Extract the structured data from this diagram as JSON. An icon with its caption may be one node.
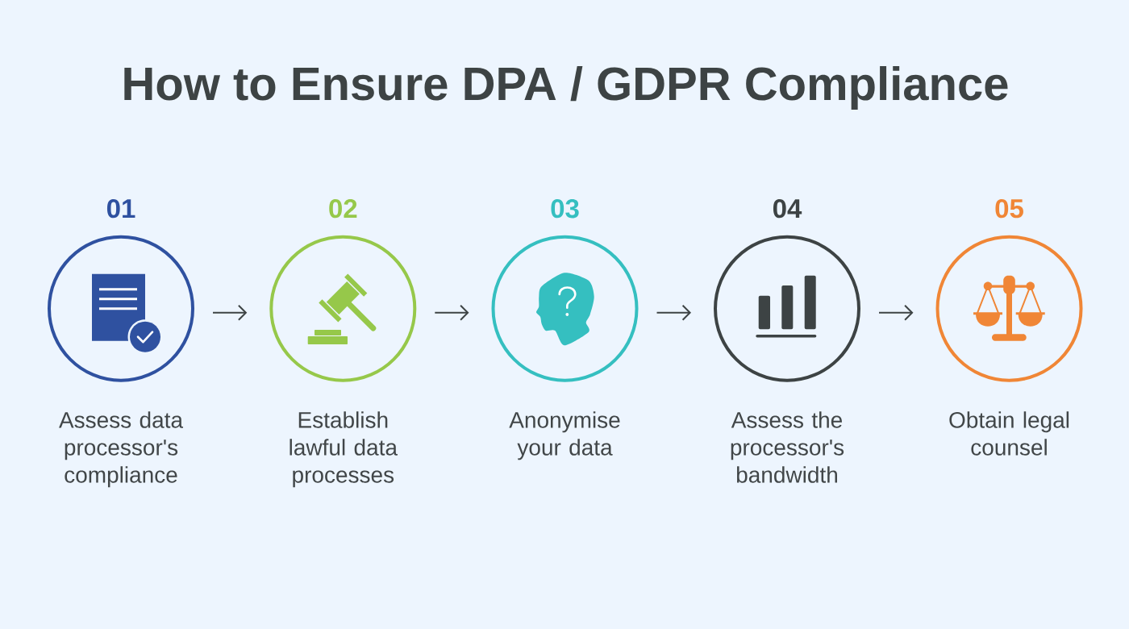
{
  "diagram": {
    "title": "How to Ensure DPA / GDPR Compliance",
    "nodes": [
      {
        "text": [
          "01"
        ],
        "beside": [
          "Assess data processor's compliance"
        ]
      },
      {
        "text": [
          "02"
        ],
        "beside": [
          "Establish lawful data processes"
        ]
      },
      {
        "text": [
          "03"
        ],
        "beside": [
          "Anonymise your data"
        ]
      },
      {
        "text": [
          "04"
        ],
        "beside": [
          "Assess the processor's bandwidth"
        ]
      },
      {
        "text": [
          "05"
        ],
        "beside": [
          "Obtain legal counsel"
        ]
      }
    ],
    "edges": [
      {
        "from": 0,
        "to": 1,
        "arrow": "to"
      },
      {
        "from": 1,
        "to": 2,
        "arrow": "to"
      },
      {
        "from": 2,
        "to": 3,
        "arrow": "to"
      },
      {
        "from": 3,
        "to": 4,
        "arrow": "to"
      }
    ]
  }
}
